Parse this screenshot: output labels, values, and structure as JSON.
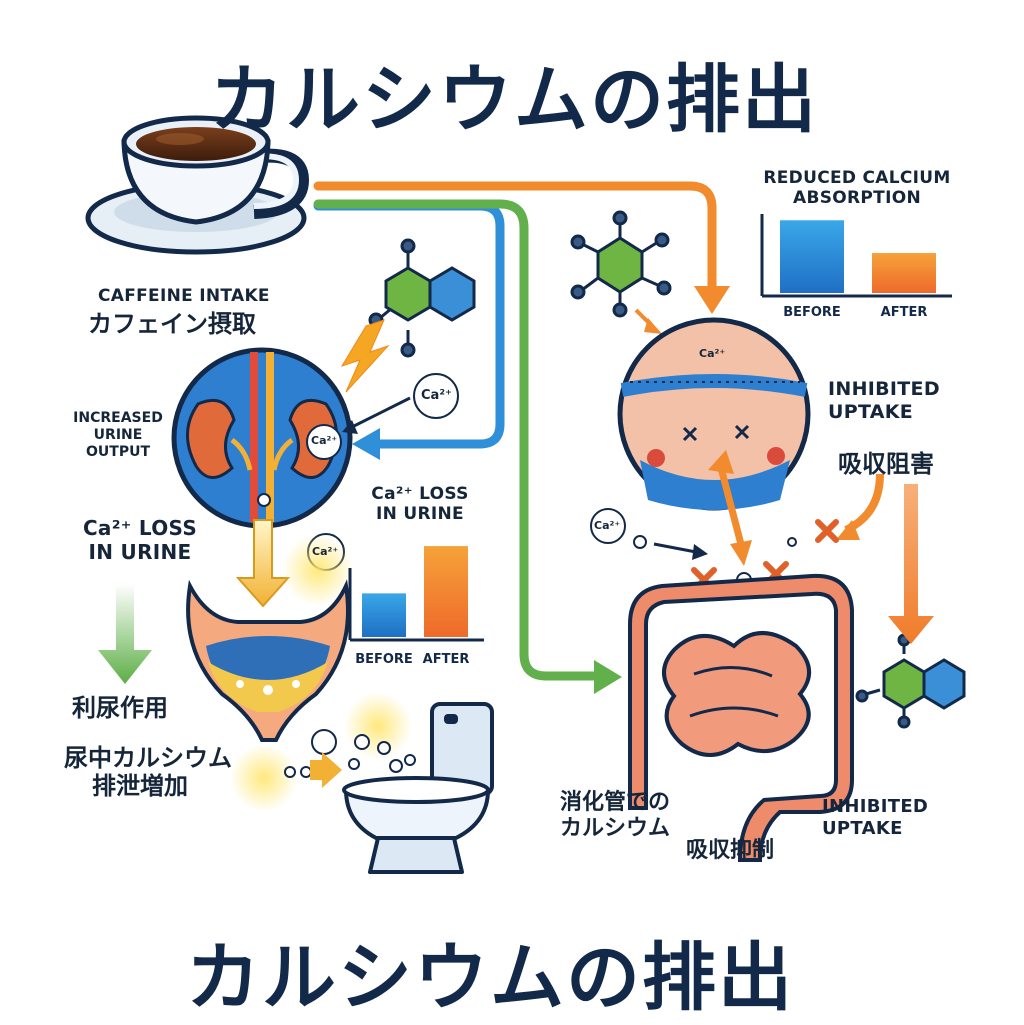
{
  "title_top": "カルシウムの排出",
  "title_bottom": "カルシウムの排出",
  "caffeine": {
    "en": "CAFFEINE INTAKE",
    "jp": "カフェイン摂取"
  },
  "kidney": {
    "label_en_1": "INCREASED",
    "label_en_2": "URINE",
    "label_en_3": "OUTPUT",
    "ca_loss_1": "Ca²⁺ LOSS",
    "ca_loss_2": "IN URINE",
    "ca_loss_big_1": "Ca²⁺ LOSS",
    "ca_loss_big_2": "IN URINE",
    "ion": "Ca²⁺",
    "diuretic_jp": "利尿作用",
    "urinary_jp_1": "尿中カルシウム",
    "urinary_jp_2": "排泄増加"
  },
  "absorption": {
    "title_1": "REDUCED CALCIUM",
    "title_2": "ABSORPTION",
    "inhibited_1": "INHIBITED",
    "inhibited_2": "UPTAKE",
    "inhibited_jp": "吸収阻害",
    "inhibited_b_1": "INHIBITED",
    "inhibited_b_2": "UPTAKE",
    "digestive_jp_1": "消化管での",
    "digestive_jp_2": "カルシウム",
    "digestive_jp_3": "吸収抑制",
    "ion": "Ca²⁺"
  },
  "colors": {
    "orange": "#f28a2e",
    "blue": "#2f8fd8",
    "green": "#62b04b",
    "navy": "#13294a"
  },
  "chart_data": [
    {
      "type": "bar",
      "categories": [
        "BEFORE",
        "AFTER"
      ],
      "values": [
        48,
        100
      ],
      "colors": [
        "#2f8fd8",
        "#f28a2e"
      ],
      "title": "",
      "xlabel": "",
      "ylabel": "",
      "ylim": [
        0,
        110
      ]
    },
    {
      "type": "bar",
      "categories": [
        "BEFORE",
        "AFTER"
      ],
      "values": [
        100,
        55
      ],
      "colors": [
        "#2f8fd8",
        "#f28a2e"
      ],
      "title": "REDUCED CALCIUM ABSORPTION",
      "xlabel": "",
      "ylabel": "",
      "ylim": [
        0,
        110
      ]
    }
  ]
}
